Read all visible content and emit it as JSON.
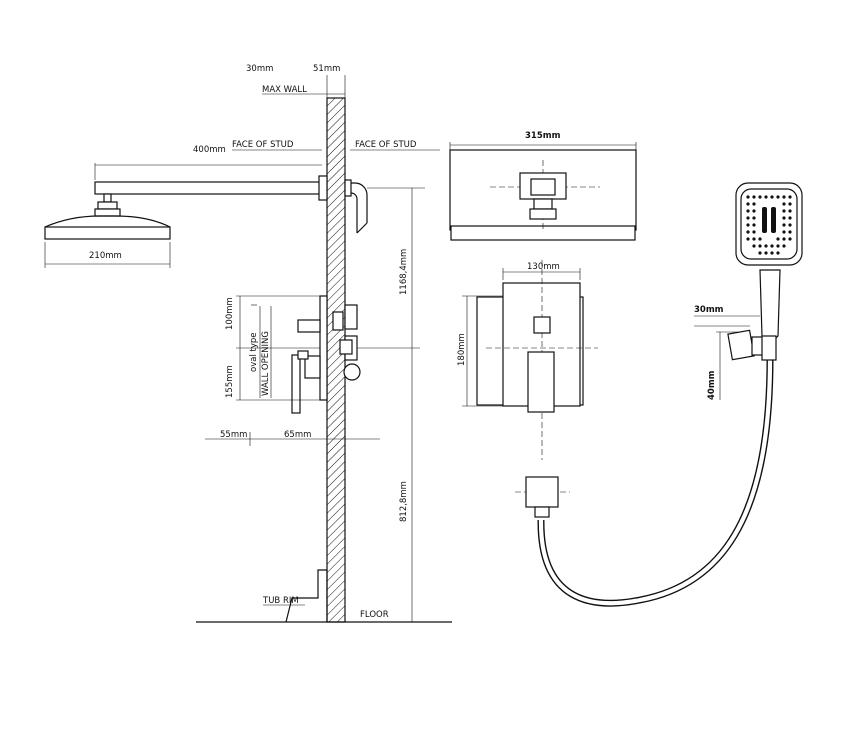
{
  "labels": {
    "dim_30mm_top": "30mm",
    "dim_51mm": "51mm",
    "max_wall": "MAX WALL",
    "dim_400mm": "400mm",
    "face_of_stud_left": "FACE OF STUD",
    "face_of_stud_right": "FACE OF STUD",
    "dim_210mm": "210mm",
    "dim_1168mm": "1168,4mm",
    "dim_100mm": "100mm",
    "oval_type": "oval type",
    "wall_opening": "WALL OPENING",
    "dim_155mm": "155mm",
    "dim_55mm": "55mm",
    "dim_65mm": "65mm",
    "dim_812mm": "812,8mm",
    "tub_rim": "TUB RIM",
    "floor": "FLOOR",
    "dim_315mm": "315mm",
    "dim_130mm": "130mm",
    "dim_180mm": "180mm",
    "dim_30mm_holder": "30mm",
    "dim_40mm": "40mm"
  },
  "colors": {
    "line": "#111111",
    "background": "#ffffff"
  }
}
